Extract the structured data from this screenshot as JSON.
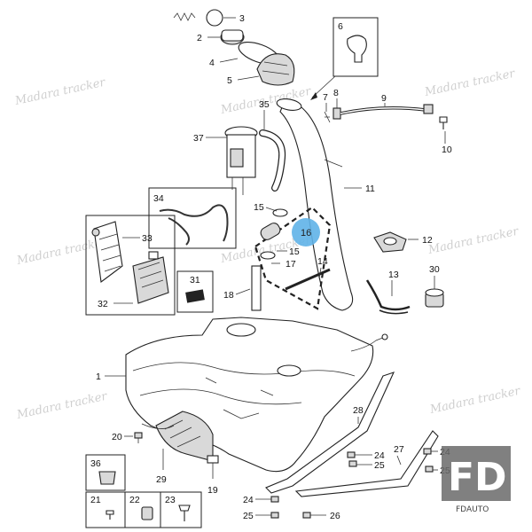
{
  "watermark": "Madara tracker",
  "highlight": {
    "label": "16",
    "color": "#5fb3e8"
  },
  "logo": {
    "text": "FD",
    "caption": "FDAUTO"
  },
  "callouts": {
    "c1": "1",
    "c2": "2",
    "c3": "3",
    "c4": "4",
    "c5": "5",
    "c6": "6",
    "c7": "7",
    "c8": "8",
    "c9": "9",
    "c10": "10",
    "c11": "11",
    "c12": "12",
    "c13": "13",
    "c14": "14",
    "c15a": "15",
    "c15b": "15",
    "c17": "17",
    "c18": "18",
    "c19": "19",
    "c20": "20",
    "c21": "21",
    "c22": "22",
    "c23": "23",
    "c24a": "24",
    "c24b": "24",
    "c24c": "24",
    "c25a": "25",
    "c25b": "25",
    "c25c": "25",
    "c26": "26",
    "c27": "27",
    "c28": "28",
    "c29": "29",
    "c30": "30",
    "c31": "31",
    "c32": "32",
    "c33": "33",
    "c34": "34",
    "c35": "35",
    "c36": "36",
    "c37": "37"
  }
}
